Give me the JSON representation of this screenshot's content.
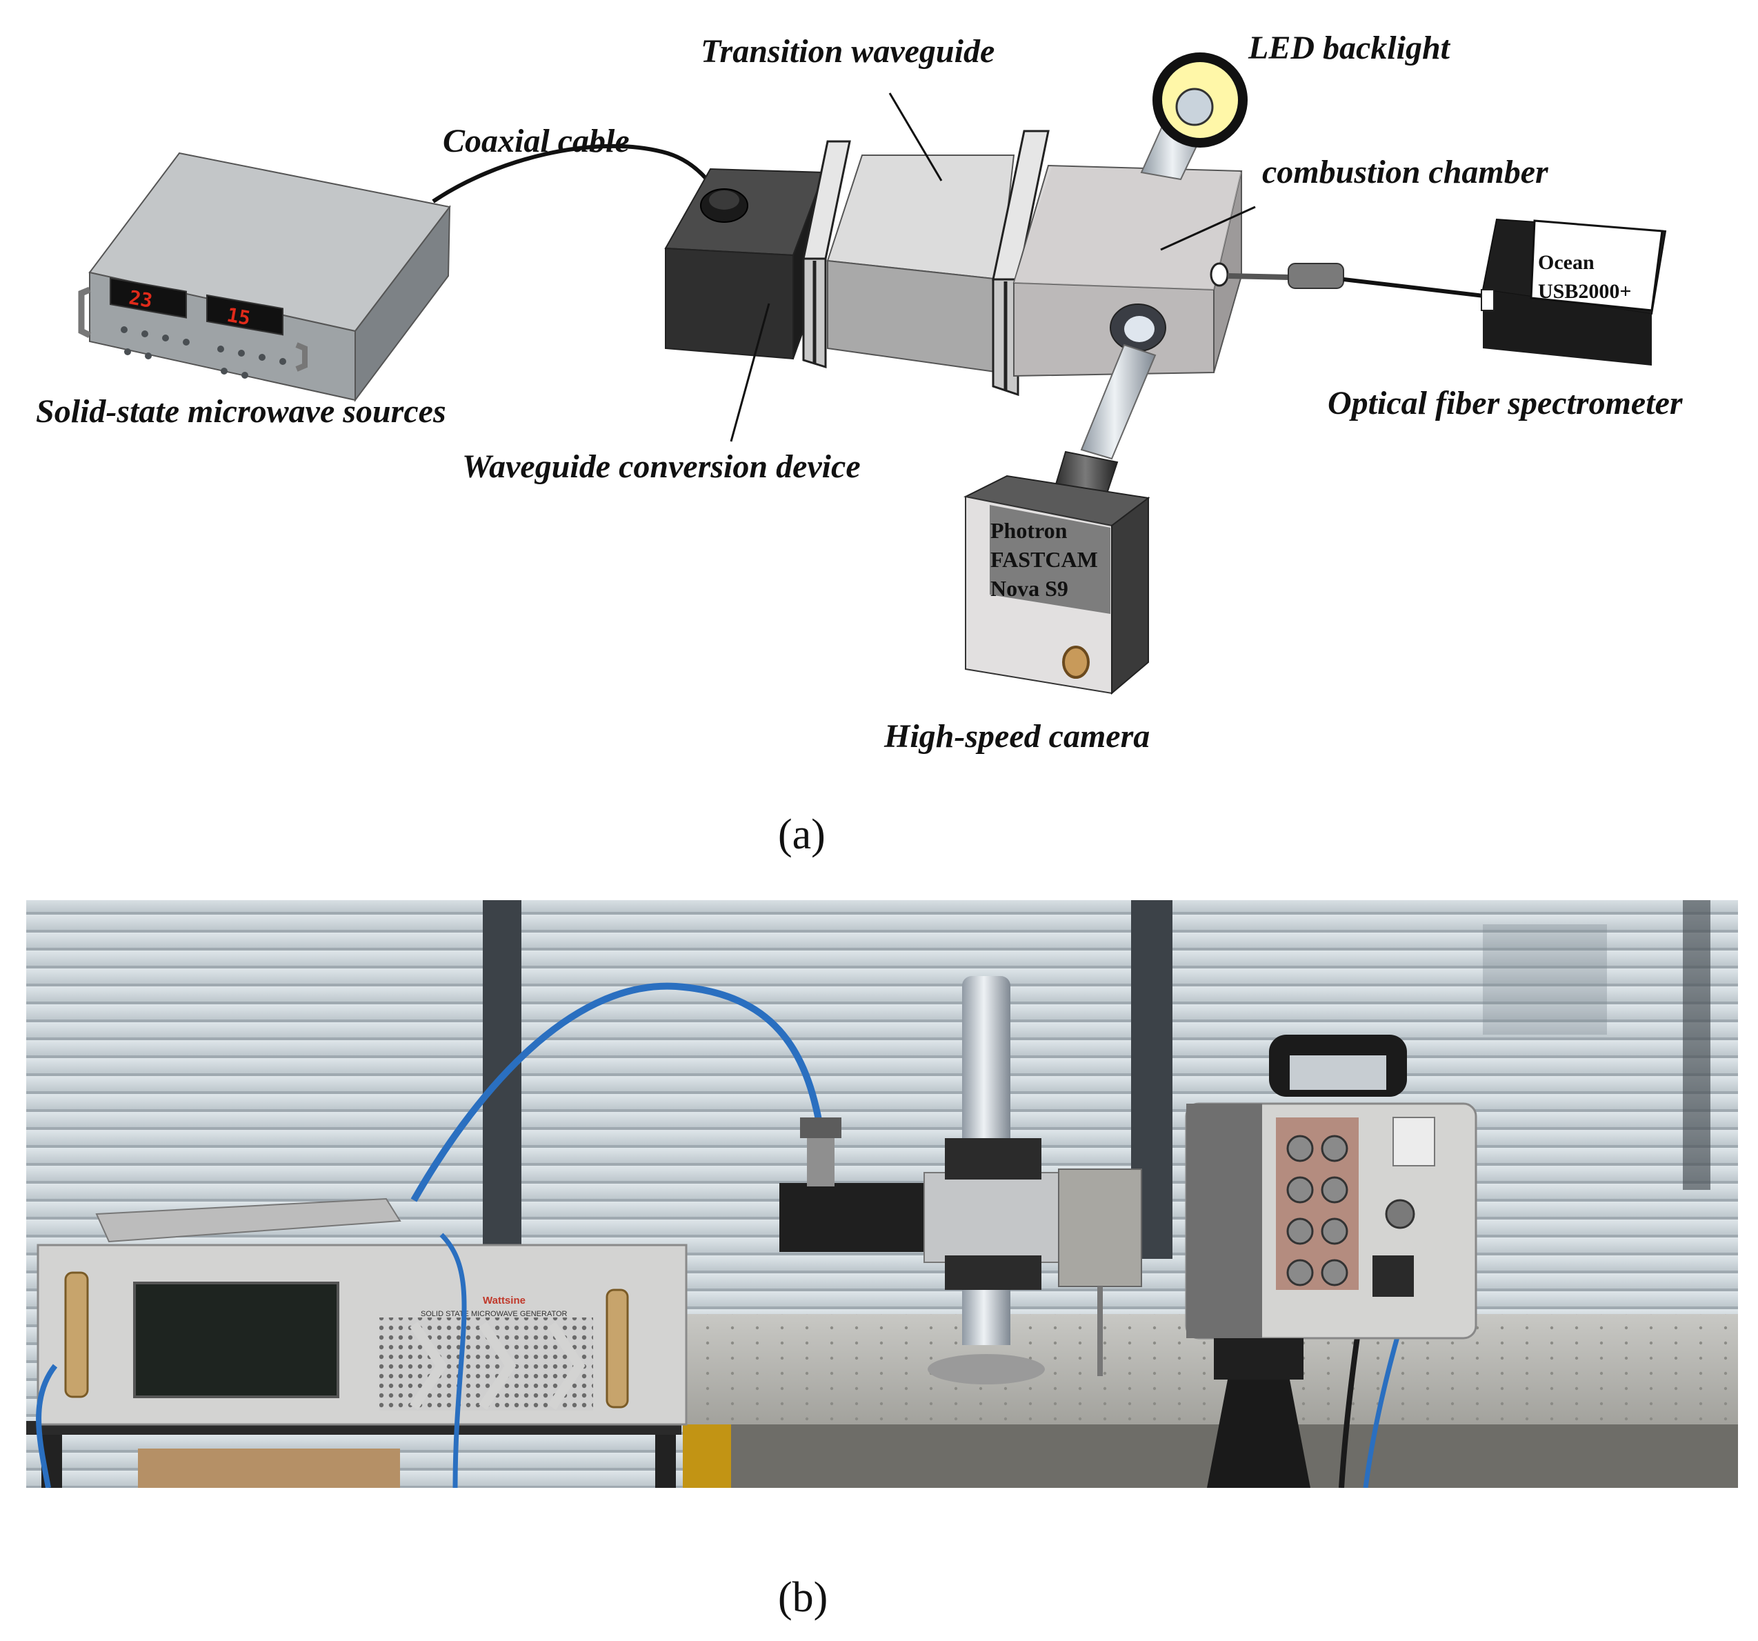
{
  "panel_a": {
    "labels": {
      "transition_waveguide": "Transition waveguide",
      "led_backlight": "LED backlight",
      "coaxial_cable": "Coaxial cable",
      "combustion_chamber": "combustion chamber",
      "solid_state_sources": "Solid-state microwave sources",
      "waveguide_conversion": "Waveguide conversion device",
      "optical_fiber_spectrometer": "Optical fiber spectrometer",
      "high_speed_camera": "High-speed camera"
    },
    "camera_text": [
      "Photron",
      "FASTCAM",
      "Nova S9"
    ],
    "spectrometer_text": [
      "Ocean",
      "USB2000+"
    ],
    "source_display_left": "23",
    "source_display_right": "15"
  },
  "captions": {
    "a": "(a)",
    "b": "(b)"
  },
  "panel_b": {
    "generator_brand": "Wattsine",
    "generator_model": "SOLID STATE MICROWAVE GENERATOR"
  },
  "colors": {
    "source_body": "#a4a8ab",
    "waveguide_dark": "#2f2f2f",
    "waveguide_light": "#cfcfcf",
    "chamber": "#c9c6c6",
    "cable_photo": "#2a6fc0",
    "display_red": "#e02a1a"
  }
}
